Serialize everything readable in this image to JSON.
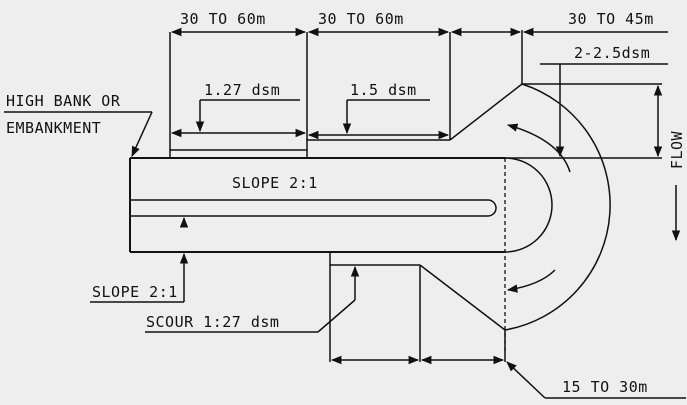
{
  "labels": {
    "dim_top_1": "30 TO 60m",
    "dim_top_2": "30 TO 60m",
    "dim_top_3": "30 TO 45m",
    "dim_right_top": "2-2.5dsm",
    "dim_127": "1.27 dsm",
    "dim_15": "1.5 dsm",
    "high_bank_line1": "HIGH BANK OR",
    "high_bank_line2": "EMBANKMENT",
    "slope_main": "SLOPE 2:1",
    "slope_left": "SLOPE 2:1",
    "scour": "SCOUR 1:27 dsm",
    "dim_bottom": "15 TO 30m",
    "flow": "FLOW"
  }
}
